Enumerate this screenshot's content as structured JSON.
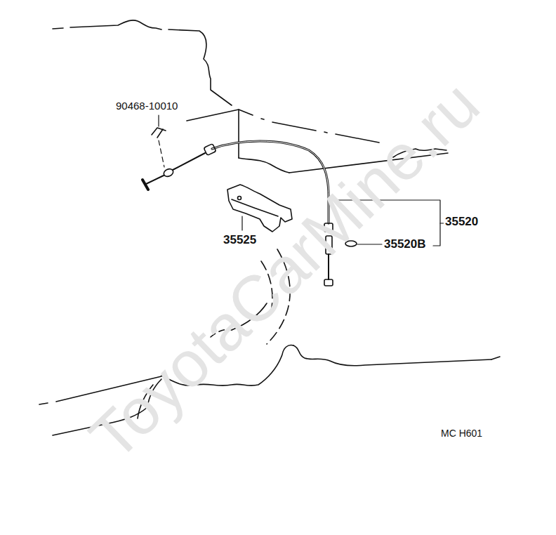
{
  "diagram": {
    "labels": [
      "90468-10010",
      "35525",
      "35520",
      "35520B",
      "MC H601",
      "ToyotaCarMine.ru"
    ]
  }
}
